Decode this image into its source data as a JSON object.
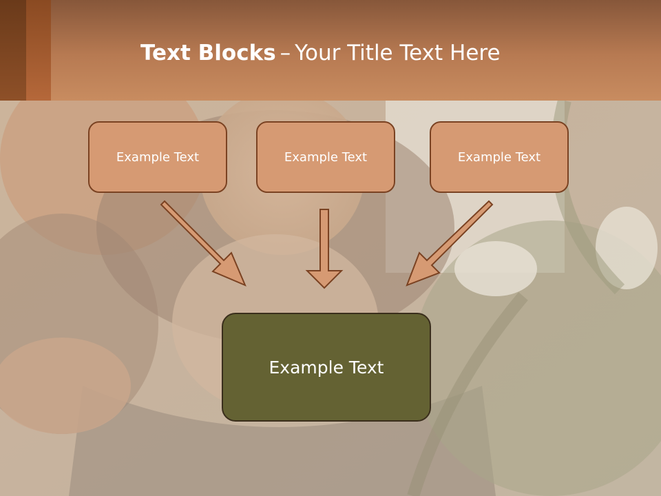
{
  "title": {
    "bold": "Text Blocks",
    "dash": "–",
    "rest": "Your Title Text Here"
  },
  "blocks": [
    {
      "label": "Example Text"
    },
    {
      "label": "Example Text"
    },
    {
      "label": "Example Text"
    }
  ],
  "target": {
    "label": "Example Text"
  },
  "colors": {
    "header": "#b77a52",
    "block_fill": "#d69a73",
    "block_border": "#7a4222",
    "target_fill": "#646233",
    "arrow_fill": "#d69a73"
  }
}
